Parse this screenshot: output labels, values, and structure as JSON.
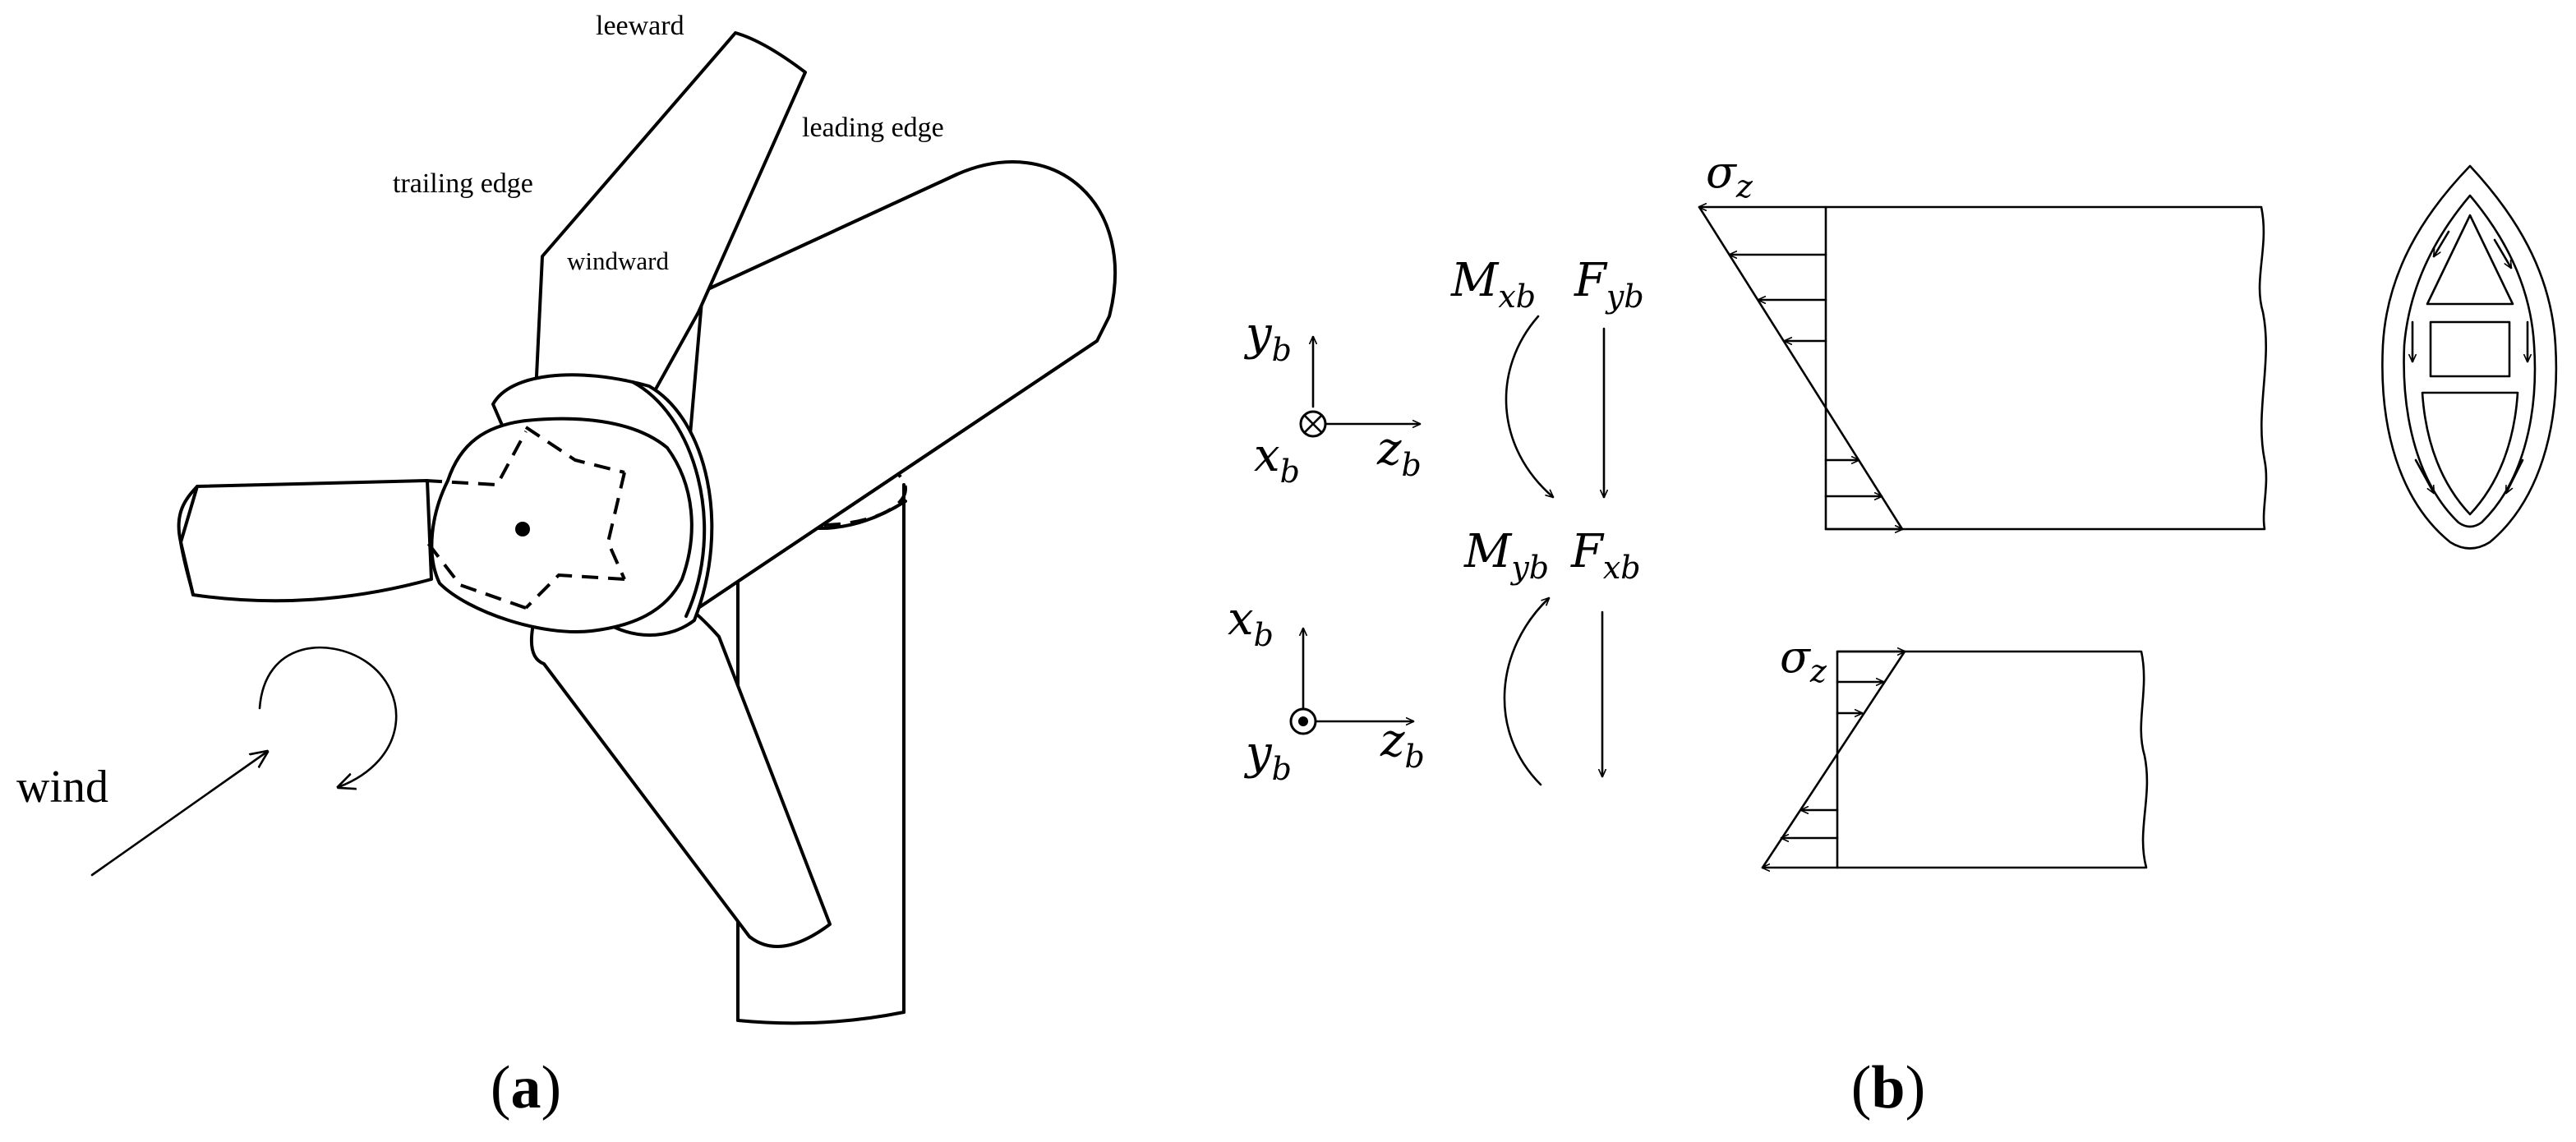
{
  "panel_a": {
    "labels": {
      "leeward": "leeward",
      "leading_edge": "leading edge",
      "trailing_edge": "trailing edge",
      "windward": "windward",
      "wind": "wind"
    },
    "caption": {
      "open": "(",
      "letter": "a",
      "close": ")"
    }
  },
  "panel_b": {
    "moments": {
      "mxb": {
        "main": "M",
        "sub": "xb"
      },
      "fyb": {
        "main": "F",
        "sub": "yb"
      },
      "myb": {
        "main": "M",
        "sub": "yb"
      },
      "fxb": {
        "main": "F",
        "sub": "xb"
      }
    },
    "axes_top": {
      "y": {
        "main": "y",
        "sub": "b"
      },
      "x": {
        "main": "x",
        "sub": "b"
      },
      "z": {
        "main": "z",
        "sub": "b"
      }
    },
    "axes_bottom": {
      "x": {
        "main": "x",
        "sub": "b"
      },
      "y": {
        "main": "y",
        "sub": "b"
      },
      "z": {
        "main": "z",
        "sub": "b"
      }
    },
    "stress_top": {
      "main": "σ",
      "sub": "z"
    },
    "stress_bottom": {
      "main": "σ",
      "sub": "z"
    },
    "caption": {
      "open": "(",
      "letter": "b",
      "close": ")"
    }
  }
}
